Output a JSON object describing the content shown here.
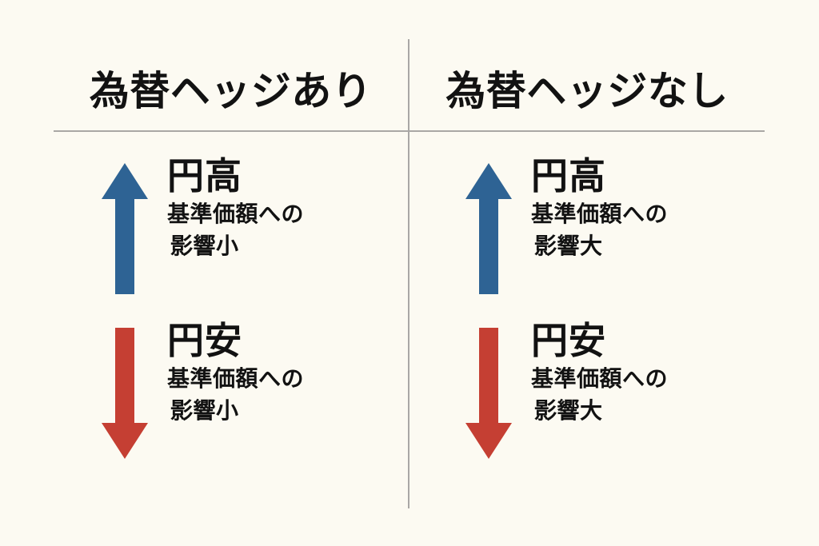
{
  "figure": {
    "background_color": "#fcfaf2",
    "divider_color": "#a9a7a5",
    "text_color": "#121212"
  },
  "columns": [
    {
      "id": "hedged",
      "header": "為替ヘッジあり",
      "scenarios": [
        {
          "id": "yen-strong",
          "direction": "up",
          "arrow_icon": "arrow-up-icon",
          "arrow_color": "#2e6394",
          "title": "円高",
          "line1": "基準価額への",
          "line2": "影響小"
        },
        {
          "id": "yen-weak",
          "direction": "down",
          "arrow_icon": "arrow-down-icon",
          "arrow_color": "#c53f33",
          "title": "円安",
          "line1": "基準価額への",
          "line2": "影響小"
        }
      ]
    },
    {
      "id": "unhedged",
      "header": "為替ヘッジなし",
      "scenarios": [
        {
          "id": "yen-strong",
          "direction": "up",
          "arrow_icon": "arrow-up-icon",
          "arrow_color": "#2e6394",
          "title": "円高",
          "line1": "基準価額への",
          "line2": "影響大"
        },
        {
          "id": "yen-weak",
          "direction": "down",
          "arrow_icon": "arrow-down-icon",
          "arrow_color": "#c53f33",
          "title": "円安",
          "line1": "基準価額への",
          "line2": "影響大"
        }
      ]
    }
  ]
}
